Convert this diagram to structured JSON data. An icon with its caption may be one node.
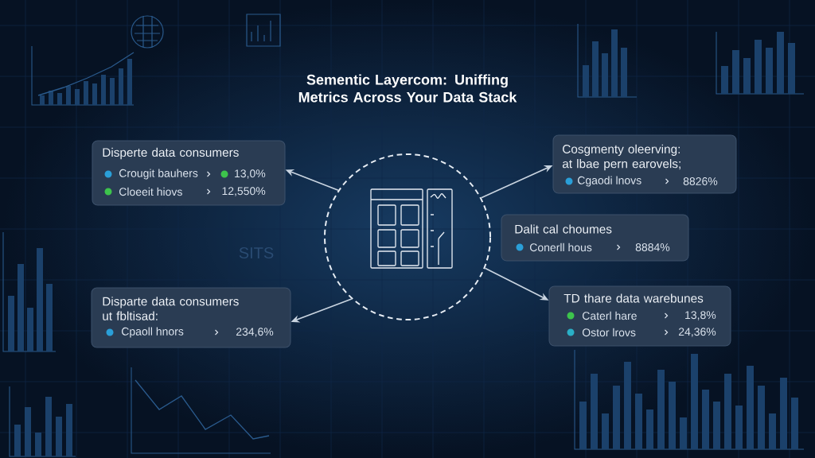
{
  "diagram": {
    "title": "Sementic Layercom: Uniffing Metrics Across Your Data Stack",
    "nodes": [
      {
        "text": [
          "Disperte data consumers",
          "Crougit bauhers",
          "13,0%",
          "Cloeeit hiovs",
          "12,550%"
        ]
      },
      {
        "text": [
          "Cosgmenty oleerving: at lbae pern earovels;",
          "Cgaodi lnovs",
          "8826%"
        ]
      },
      {
        "text": [],
        "shape": "circle"
      },
      {
        "text": [
          "Dalit cal choumes",
          "Conerll hous",
          "8884%"
        ]
      },
      {
        "text": [
          "Disparte data consumers ut fbltisad:",
          "Cpaoll hnors",
          "234,6%"
        ]
      },
      {
        "text": [
          "TD thare data warebunes",
          "Caterl hare",
          "13,8%",
          "Ostor lrovs",
          "24,36%"
        ]
      }
    ],
    "edges": [
      {
        "from": 2,
        "to": 0,
        "arrow": "to"
      },
      {
        "from": 2,
        "to": 1,
        "arrow": "to"
      },
      {
        "from": 2,
        "to": 4,
        "arrow": "to"
      },
      {
        "from": 2,
        "to": 5,
        "arrow": "to"
      }
    ],
    "labels": [
      "SITS"
    ]
  }
}
